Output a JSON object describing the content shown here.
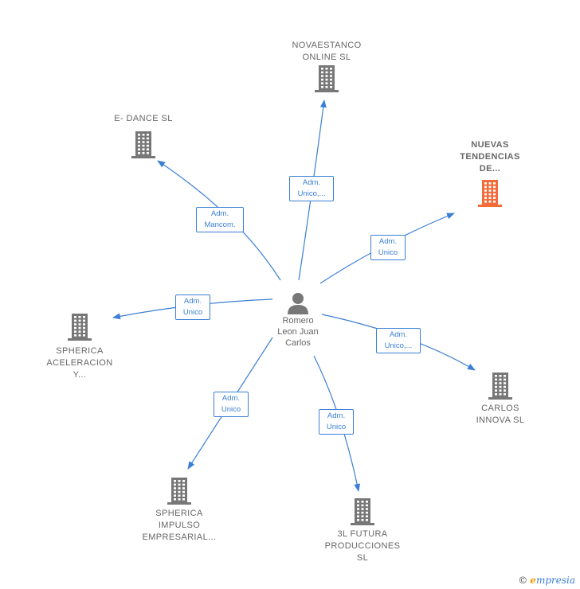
{
  "center": {
    "name": "Romero\nLeon Juan\nCarlos"
  },
  "companies": {
    "novaestanco": "NOVAESTANCO\nONLINE  SL",
    "edance": "E- DANCE  SL",
    "nuevas": "NUEVAS\nTENDENCIAS\nDE...",
    "spherica_acel": "SPHERICA\nACELERACION\nY...",
    "carlos_innova": "CARLOS\nINNOVA  SL",
    "spherica_imp": "SPHERICA\nIMPULSO\nEMPRESARIAL...",
    "futura": "3L FUTURA\nPRODUCCIONES\nSL"
  },
  "roles": {
    "novaestanco": "Adm.\nUnico,...",
    "edance": "Adm.\nMancom.",
    "nuevas": "Adm.\nUnico",
    "spherica_acel": "Adm.\nUnico",
    "carlos_innova": "Adm.\nUnico,...",
    "spherica_imp": "Adm.\nUnico",
    "futura": "Adm.\nUnico"
  },
  "colors": {
    "edge": "#3a7fd5",
    "building": "#777777",
    "highlight": "#f26b38"
  },
  "footer": {
    "copyright": "©",
    "brand_e": "e",
    "brand_rest": "mpresia"
  }
}
